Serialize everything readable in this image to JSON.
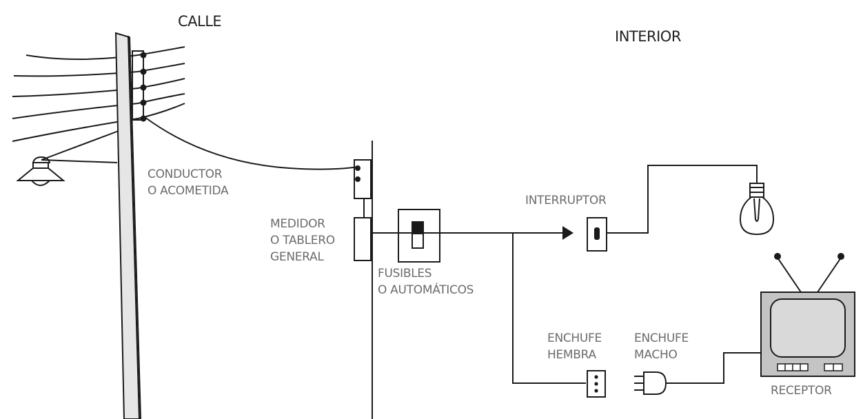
{
  "headers": {
    "street": "CALLE",
    "interior": "INTERIOR"
  },
  "labels": {
    "conductor_line1": "CONDUCTOR",
    "conductor_line2": "O ACOMETIDA",
    "meter_line1": "MEDIDOR",
    "meter_line2": "O TABLERO",
    "meter_line3": "GENERAL",
    "fuses_line1": "FUSIBLES",
    "fuses_line2": "O AUTOMÁTICOS",
    "switch": "INTERRUPTOR",
    "socket_female_line1": "ENCHUFE",
    "socket_female_line2": "HEMBRA",
    "socket_male_line1": "ENCHUFE",
    "socket_male_line2": "MACHO",
    "receiver": "RECEPTOR"
  },
  "colors": {
    "line": "#1a1a1a",
    "label_text": "#6b6b6b",
    "header_text": "#1f1f1f",
    "pole_fill": "#e6e6e6",
    "tv_screen": "#d9d9d9",
    "tv_body": "#c4c4c4"
  },
  "icons": [
    "utility-pole-icon",
    "street-lamp-icon",
    "meter-icon",
    "fuse-box-icon",
    "switch-icon",
    "light-bulb-icon",
    "socket-female-icon",
    "plug-male-icon",
    "tv-receiver-icon",
    "arrow-icon"
  ]
}
